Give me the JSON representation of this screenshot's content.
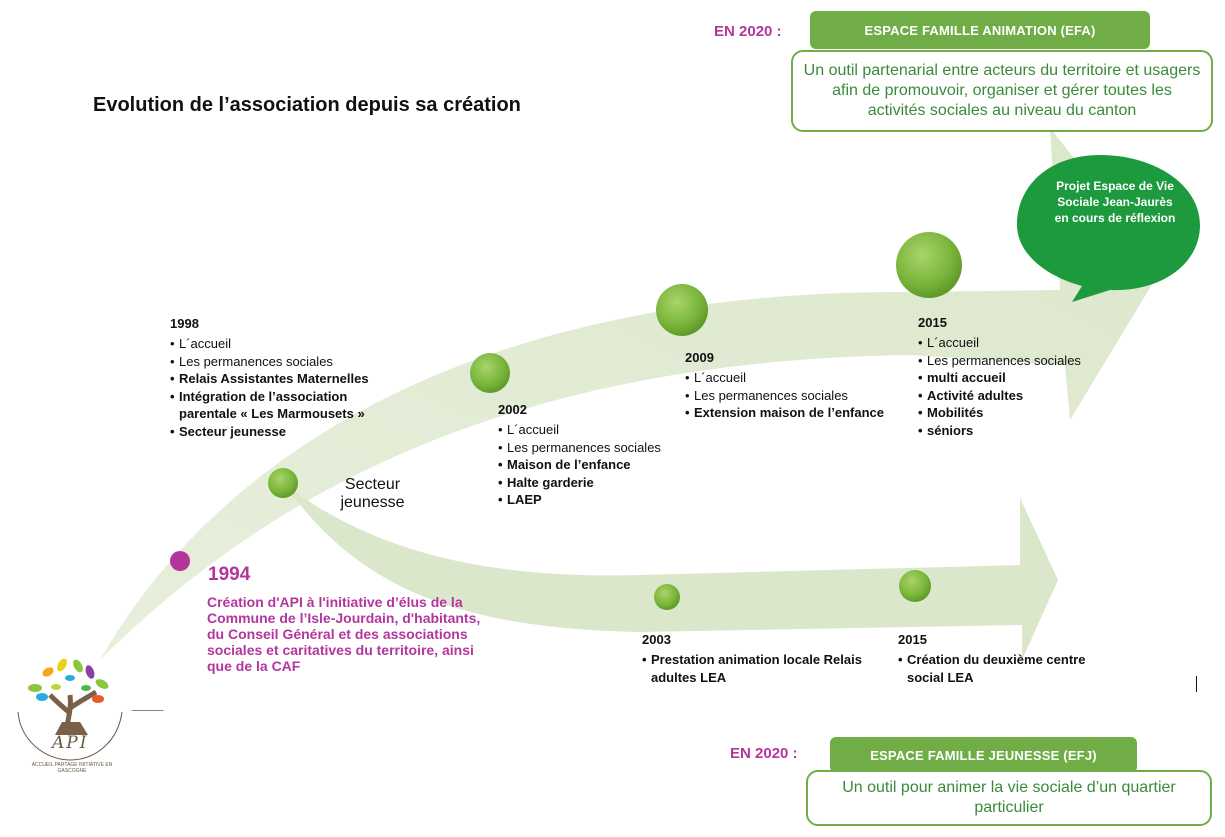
{
  "title": "Evolution de l’association depuis sa création",
  "colors": {
    "green": "#70ad47",
    "arrow_fill": "#dde8cf",
    "purple": "#b3369d",
    "desc_text": "#3a8a3a"
  },
  "efa": {
    "prefix": "EN 2020 :",
    "label": "ESPACE FAMILLE ANIMATION (EFA)",
    "description": "Un outil partenarial entre acteurs du territoire et usagers afin de promouvoir, organiser et gérer toutes les activités sociales au niveau du canton"
  },
  "efj": {
    "prefix": "EN 2020 :",
    "label": "ESPACE FAMILLE JEUNESSE (EFJ)",
    "description": "Un outil pour animer la vie sociale d’un quartier particulier"
  },
  "projet_bubble": "Projet Espace de Vie Sociale Jean-Jaurès en cours de réflexion",
  "secteur_jeunesse": "Secteur jeunesse",
  "origin": {
    "year": "1994",
    "text": "Création d'API à l'initiative d’élus de la Commune de l’Isle-Jourdain, d'habitants, du Conseil Général et des associations sociales et caritatives du territoire, ainsi que de la CAF"
  },
  "upper_milestones": [
    {
      "year": "1998",
      "items": [
        {
          "text": "L´accueil",
          "bold": false
        },
        {
          "text": "Les permanences sociales",
          "bold": false
        },
        {
          "text": "Relais Assistantes Maternelles",
          "bold": true
        },
        {
          "text": "Intégration de l’association parentale « Les Marmousets »",
          "bold": true
        },
        {
          "text": "Secteur jeunesse",
          "bold": true
        }
      ]
    },
    {
      "year": "2002",
      "items": [
        {
          "text": "L´accueil",
          "bold": false
        },
        {
          "text": "Les permanences sociales",
          "bold": false
        },
        {
          "text": "Maison de l’enfance",
          "bold": true
        },
        {
          "text": "Halte garderie",
          "bold": true
        },
        {
          "text": "LAEP",
          "bold": true
        }
      ]
    },
    {
      "year": "2009",
      "items": [
        {
          "text": "L´accueil",
          "bold": false
        },
        {
          "text": "Les permanences sociales",
          "bold": false
        },
        {
          "text": "Extension maison de l’enfance",
          "bold": true
        }
      ]
    },
    {
      "year": "2015",
      "items": [
        {
          "text": "L´accueil",
          "bold": false
        },
        {
          "text": "Les permanences sociales",
          "bold": false
        },
        {
          "text": "multi accueil",
          "bold": true
        },
        {
          "text": "Activité adultes",
          "bold": true
        },
        {
          "text": "Mobilités",
          "bold": true
        },
        {
          "text": "séniors",
          "bold": true
        }
      ]
    }
  ],
  "lower_milestones": [
    {
      "year": "2003",
      "items": [
        {
          "text": "Prestation animation locale Relais adultes LEA",
          "bold": true
        }
      ]
    },
    {
      "year": "2015",
      "items": [
        {
          "text": "Création du deuxième centre social LEA",
          "bold": true
        }
      ]
    }
  ],
  "logo": {
    "letters": "API",
    "ring_text": "ACCUEIL PARTAGE INITIATIVE EN GASCOGNE"
  },
  "dash": "____"
}
